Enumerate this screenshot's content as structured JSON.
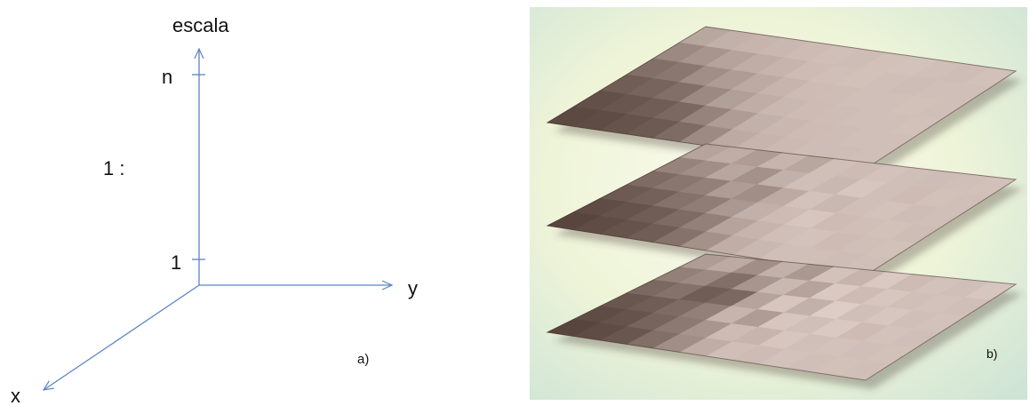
{
  "panel_a": {
    "vertical_axis_title": "escala",
    "tick_top": "n",
    "tick_bottom": "1",
    "ratio_label": "1 :",
    "y_axis_label": "y",
    "x_axis_label": "x",
    "panel_label": "a)",
    "axis_color": "#5b84c4"
  },
  "panel_b": {
    "panel_label": "b)",
    "layer_count": 3,
    "layers": [
      {
        "level": "top",
        "shade_grid": [
          [
            0.72,
            0.78,
            0.8,
            0.82,
            0.84,
            0.86,
            0.85,
            0.87,
            0.88,
            0.86,
            0.85,
            0.87
          ],
          [
            0.55,
            0.62,
            0.7,
            0.76,
            0.8,
            0.84,
            0.86,
            0.87,
            0.86,
            0.85,
            0.86,
            0.86
          ],
          [
            0.4,
            0.45,
            0.58,
            0.66,
            0.74,
            0.8,
            0.84,
            0.85,
            0.86,
            0.86,
            0.87,
            0.86
          ],
          [
            0.3,
            0.34,
            0.4,
            0.55,
            0.68,
            0.76,
            0.82,
            0.84,
            0.85,
            0.86,
            0.86,
            0.87
          ],
          [
            0.22,
            0.26,
            0.3,
            0.36,
            0.52,
            0.66,
            0.78,
            0.82,
            0.84,
            0.85,
            0.86,
            0.86
          ],
          [
            0.18,
            0.2,
            0.24,
            0.28,
            0.38,
            0.56,
            0.74,
            0.8,
            0.83,
            0.85,
            0.85,
            0.86
          ]
        ]
      },
      {
        "level": "middle",
        "shade_grid": [
          [
            0.7,
            0.76,
            0.66,
            0.8,
            0.72,
            0.86,
            0.84,
            0.88,
            0.86,
            0.85,
            0.86,
            0.87
          ],
          [
            0.52,
            0.58,
            0.72,
            0.6,
            0.78,
            0.86,
            0.82,
            0.9,
            0.86,
            0.84,
            0.87,
            0.86
          ],
          [
            0.38,
            0.44,
            0.5,
            0.66,
            0.58,
            0.74,
            0.88,
            0.82,
            0.86,
            0.88,
            0.85,
            0.86
          ],
          [
            0.28,
            0.32,
            0.42,
            0.48,
            0.64,
            0.78,
            0.84,
            0.9,
            0.84,
            0.86,
            0.87,
            0.85
          ],
          [
            0.2,
            0.24,
            0.3,
            0.38,
            0.5,
            0.7,
            0.8,
            0.86,
            0.88,
            0.84,
            0.86,
            0.87
          ],
          [
            0.16,
            0.2,
            0.24,
            0.3,
            0.42,
            0.6,
            0.76,
            0.82,
            0.86,
            0.86,
            0.85,
            0.86
          ]
        ]
      },
      {
        "level": "bottom",
        "shade_grid": [
          [
            0.66,
            0.74,
            0.58,
            0.78,
            0.64,
            0.88,
            0.8,
            0.92,
            0.84,
            0.88,
            0.86,
            0.9
          ],
          [
            0.5,
            0.56,
            0.4,
            0.62,
            0.82,
            0.7,
            0.92,
            0.84,
            0.9,
            0.86,
            0.88,
            0.86
          ],
          [
            0.36,
            0.42,
            0.3,
            0.36,
            0.7,
            0.9,
            0.78,
            0.94,
            0.86,
            0.9,
            0.86,
            0.88
          ],
          [
            0.26,
            0.3,
            0.38,
            0.5,
            0.8,
            0.66,
            0.9,
            0.86,
            0.92,
            0.84,
            0.88,
            0.86
          ],
          [
            0.2,
            0.24,
            0.34,
            0.46,
            0.62,
            0.84,
            0.8,
            0.9,
            0.86,
            0.88,
            0.86,
            0.87
          ],
          [
            0.16,
            0.2,
            0.26,
            0.4,
            0.58,
            0.76,
            0.86,
            0.84,
            0.88,
            0.86,
            0.87,
            0.86
          ]
        ]
      }
    ],
    "background_colors": {
      "light": "#f1f5dc",
      "tint": "#cfe4d6"
    },
    "dark_color": "#3d2a22",
    "light_color": "#e8d7d0"
  }
}
